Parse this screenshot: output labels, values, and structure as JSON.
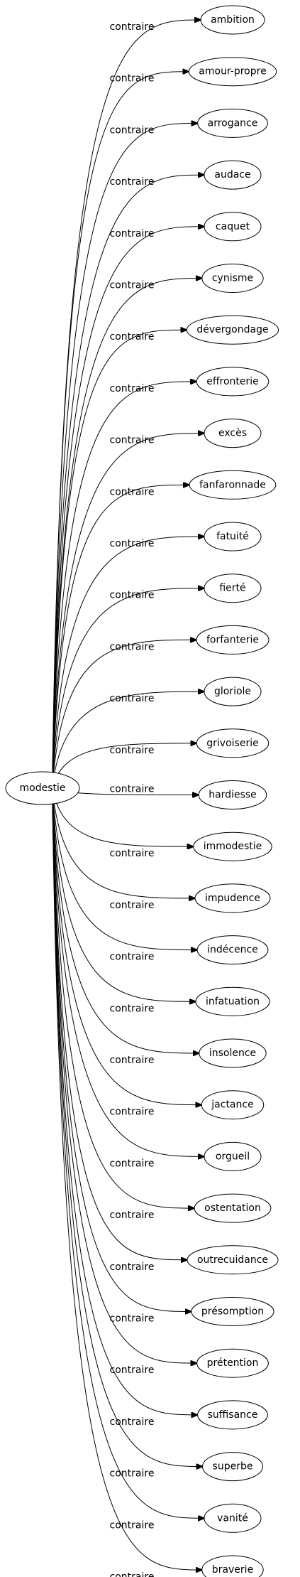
{
  "graph": {
    "center": {
      "label": "modestie"
    },
    "relation": "contraire",
    "targets": [
      "ambition",
      "amour-propre",
      "arrogance",
      "audace",
      "caquet",
      "cynisme",
      "dévergondage",
      "effronterie",
      "excès",
      "fanfaronnade",
      "fatuité",
      "fierté",
      "forfanterie",
      "gloriole",
      "grivoiserie",
      "hardiesse",
      "immodestie",
      "impudence",
      "indécence",
      "infatuation",
      "insolence",
      "jactance",
      "orgueil",
      "ostentation",
      "outrecuidance",
      "présomption",
      "prétention",
      "suffisance",
      "superbe",
      "vanité",
      "braverie"
    ]
  },
  "colors": {
    "stroke": "#000000",
    "fill": "#ffffff",
    "text": "#000000"
  }
}
